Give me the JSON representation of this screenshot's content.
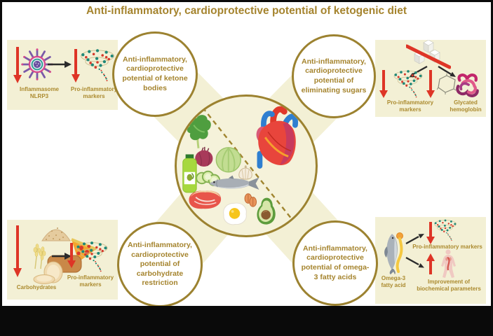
{
  "title": "Anti-inflammatory, cardioprotective potential of ketogenic diet",
  "colors": {
    "accent_gold": "#a5842e",
    "bubble_border_gold": "#9c8230",
    "panel_cream": "#f3f0d5",
    "arrow_red": "#de3526",
    "arrow_black": "#2b2b2b",
    "frame_black": "#0a0a0a"
  },
  "bubbles": {
    "ketone_bodies": "Anti-inflammatory, cardioprotective potential of ketone bodies",
    "eliminating_sugars": "Anti-inflammatory, cardioprotective potential of eliminating sugars",
    "carbohydrate_restriction": "Anti-inflammatory, cardioprotective potential of carbohydrate restriction",
    "omega3_fatty_acids": "Anti-inflammatory, cardioprotective potential of omega-3 fatty acids"
  },
  "panels": {
    "top_left": {
      "inflammasome_label": "Inflammasome NLRP3",
      "markers_label": "Pro-inflammatory markers"
    },
    "top_right": {
      "markers_label": "Pro-inflammatory markers",
      "hemoglobin_label": "Glycated hemoglobin"
    },
    "bottom_left": {
      "carbohydrates_label": "Carbohydrates",
      "markers_label": "Pro-inflammatory markers"
    },
    "bottom_right": {
      "omega3_label": "Omega-3 fatty acid",
      "markers_label": "Pro-inflammatory markers",
      "improvement_label": "Improvement of biochemical parameters"
    }
  }
}
